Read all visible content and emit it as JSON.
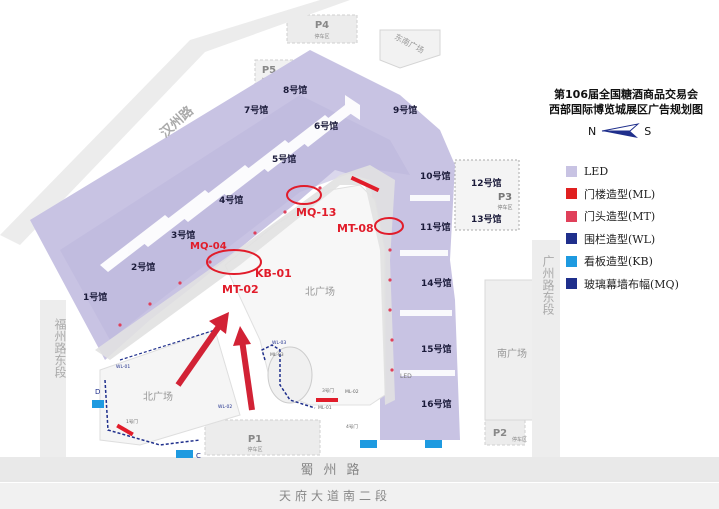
{
  "title": {
    "line1": "第106届全国糖酒商品交易会",
    "line2": "西部国际博览城展区广告规划图"
  },
  "compass": {
    "left": "N",
    "right": "S"
  },
  "legend": [
    {
      "label": "LED",
      "color": "#c8c3e3"
    },
    {
      "label": "门楼造型(ML)",
      "color": "#e02020"
    },
    {
      "label": "门头造型(MT)",
      "color": "#e0405a"
    },
    {
      "label": "围栏造型(WL)",
      "color": "#1f2f8c"
    },
    {
      "label": "看板造型(KB)",
      "color": "#1e9ae0"
    },
    {
      "label": "玻璃幕墙布幅(MQ)",
      "color": "#1f2f8c"
    }
  ],
  "halls": {
    "h1": "1号馆",
    "h2": "2号馆",
    "h3": "3号馆",
    "h4": "4号馆",
    "h5": "5号馆",
    "h6": "6号馆",
    "h7": "7号馆",
    "h8": "8号馆",
    "h9": "9号馆",
    "h10": "10号馆",
    "h11": "11号馆",
    "h12": "12号馆",
    "h13": "13号馆",
    "h14": "14号馆",
    "h15": "15号馆",
    "h16": "16号馆"
  },
  "parking": {
    "p1": "P1",
    "p2": "P2",
    "p3": "P3",
    "p4": "P4",
    "p5": "P5",
    "lot_label": "停车区"
  },
  "plazas": {
    "north": "北广场",
    "south": "南广场",
    "east": "东南广场",
    "west_north": "北广场"
  },
  "roads": {
    "hanzhou": "汉州路",
    "fuzhou_east": "福州路东段",
    "guangzhou_east": "广州路东段",
    "shuzhou": "蜀州路",
    "tianfu": "天府大道南二段"
  },
  "callouts": {
    "mq13": "MQ-13",
    "mq04": "MQ-04",
    "kb01": "KB-01",
    "mt02": "MT-02",
    "mt08": "MT-08"
  },
  "small": {
    "led": "LED",
    "ml01": "ML-01",
    "ml02": "ML-02",
    "ml03": "ML-03",
    "wl01": "WL-01",
    "wl02": "WL-02",
    "wl03": "WL-03",
    "d_label": "D",
    "c_label": "C",
    "gate1": "1号门",
    "gate3": "3号门",
    "gate4": "4号门"
  }
}
